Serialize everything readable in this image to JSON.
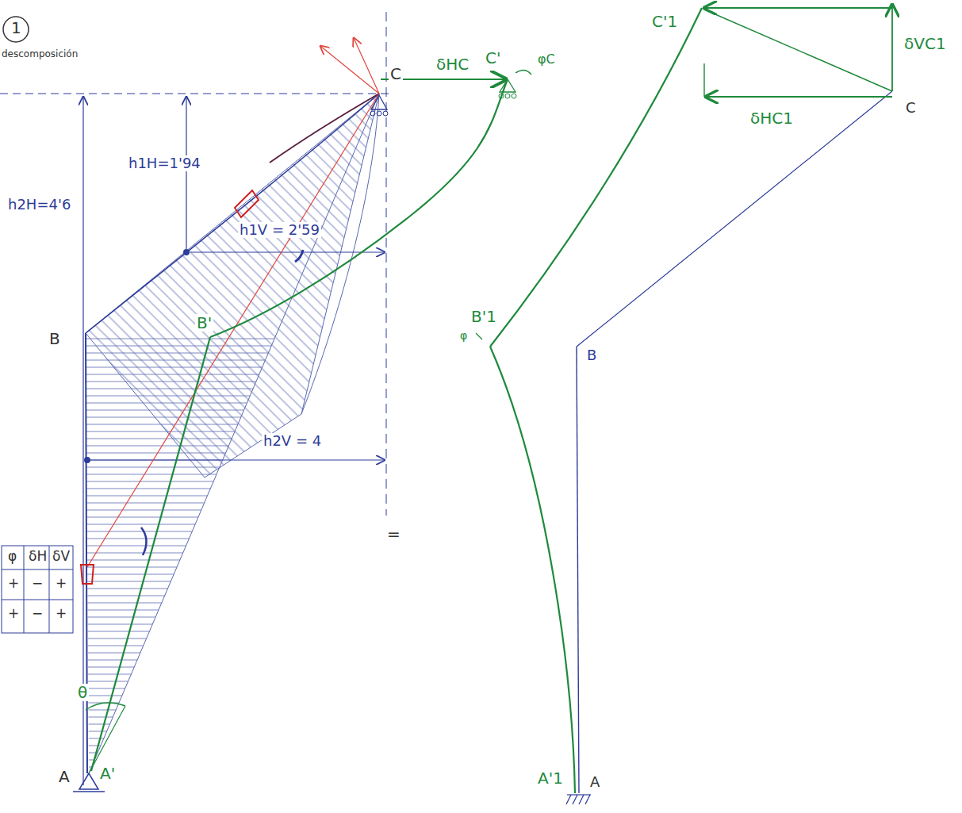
{
  "diagram": {
    "labels": [
      "1",
      "descomposición",
      "C",
      "δHC",
      "C'",
      "φC",
      "h1H=1'94",
      "h1V = 2'59",
      "h2H=4'6",
      "B",
      "B'",
      "h2V = 4",
      "=",
      "A",
      "A'",
      "θ",
      "φ",
      "δH",
      "δV",
      "+",
      "−",
      "+",
      "+",
      "−",
      "+",
      "C'1",
      "δVC1",
      "δHC1",
      "C",
      "B'1",
      "φ",
      "B",
      "A'1",
      "A"
    ]
  }
}
